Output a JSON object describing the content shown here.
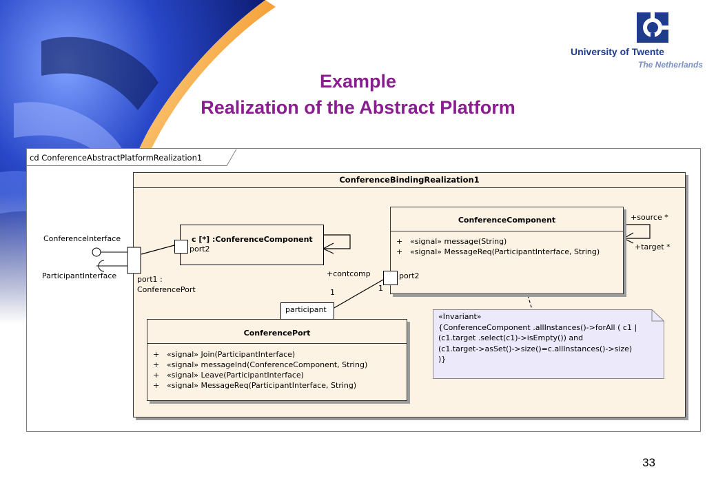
{
  "slide": {
    "title_line1": "Example",
    "title_line2": "Realization of the Abstract Platform",
    "page_number": "33"
  },
  "logo": {
    "university": "University of Twente",
    "country": "The Netherlands"
  },
  "diagram": {
    "frame_label": "cd ConferenceAbstractPlatformRealization1",
    "binding_class": "ConferenceBindingRealization1",
    "part_label": "c [*] :ConferenceComponent",
    "part_port": "port2",
    "interface1": "ConferenceInterface",
    "interface2": "ParticipantInterface",
    "port1_line1": "port1 :",
    "port1_line2": "ConferencePort",
    "component_class": {
      "name": "ConferenceComponent",
      "ops": [
        {
          "vis": "+",
          "text": "«signal» message(String)"
        },
        {
          "vis": "+",
          "text": "«signal» MessageReq(ParticipantInterface, String)"
        }
      ],
      "port": "port2"
    },
    "source_label": "+source *",
    "target_label": "+target *",
    "contcomp_label": "+contcomp",
    "mult_left": "1",
    "mult_right": "1",
    "participant_label": "participant",
    "port_class": {
      "name": "ConferencePort",
      "ops": [
        {
          "vis": "+",
          "text": "«signal» Join(ParticipantInterface)"
        },
        {
          "vis": "+",
          "text": "«signal» messageInd(ConferenceComponent, String)"
        },
        {
          "vis": "+",
          "text": "«signal» Leave(ParticipantInterface)"
        },
        {
          "vis": "+",
          "text": "«signal» MessageReq(ParticipantInterface, String)"
        }
      ]
    },
    "invariant_note": [
      "«Invariant»",
      "{ConferenceComponent .allInstances()->forAll ( c1 |",
      "(c1.target .select(c1)->isEmpty()) and",
      "(c1.target->asSet()->size()=c.allInstances()->size)",
      ")}"
    ]
  },
  "colors": {
    "title": "#8a1d8f",
    "class_fill": "#fdf3e4",
    "note_fill": "#ebe9fa",
    "logo_blue": "#1f3b8c"
  }
}
